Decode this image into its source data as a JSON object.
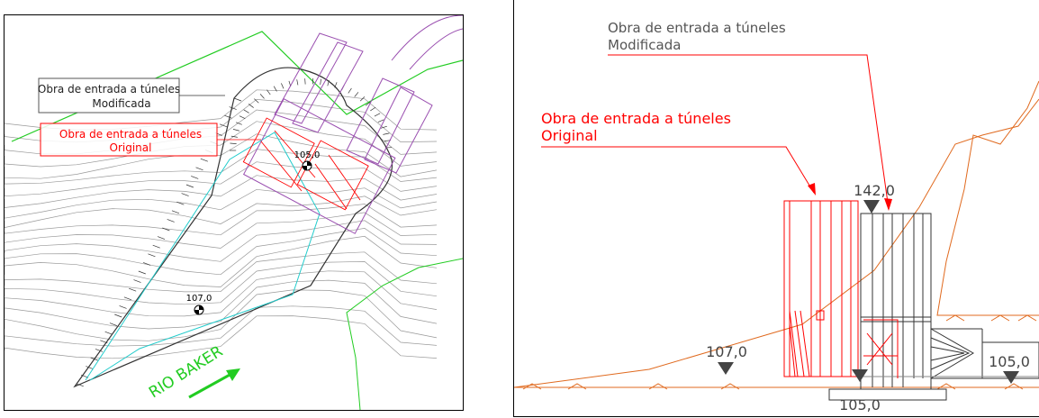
{
  "plan": {
    "label_modified_1": "Obra de entrada a túneles",
    "label_modified_2": "Modificada",
    "label_original_1": "Obra de entrada a túneles",
    "label_original_2": "Original",
    "elev_upper": "105,0",
    "elev_lower": "107,0",
    "river": "RIO BAKER"
  },
  "section": {
    "label_modified_1": "Obra de entrada a túneles",
    "label_modified_2": "Modificada",
    "label_original_1": "Obra de entrada a túneles",
    "label_original_2": "Original",
    "elev_top": "142,0",
    "elev_left": "107,0",
    "elev_bottom": "105,0",
    "elev_right": "105,0"
  },
  "colors": {
    "original": "#ff0000",
    "modified": "#000000",
    "terrain": "#e06a1f",
    "contours": "#888888",
    "tunnel": "#9a4fb0",
    "outline": "#22cccc",
    "boundary": "#22cc22"
  }
}
